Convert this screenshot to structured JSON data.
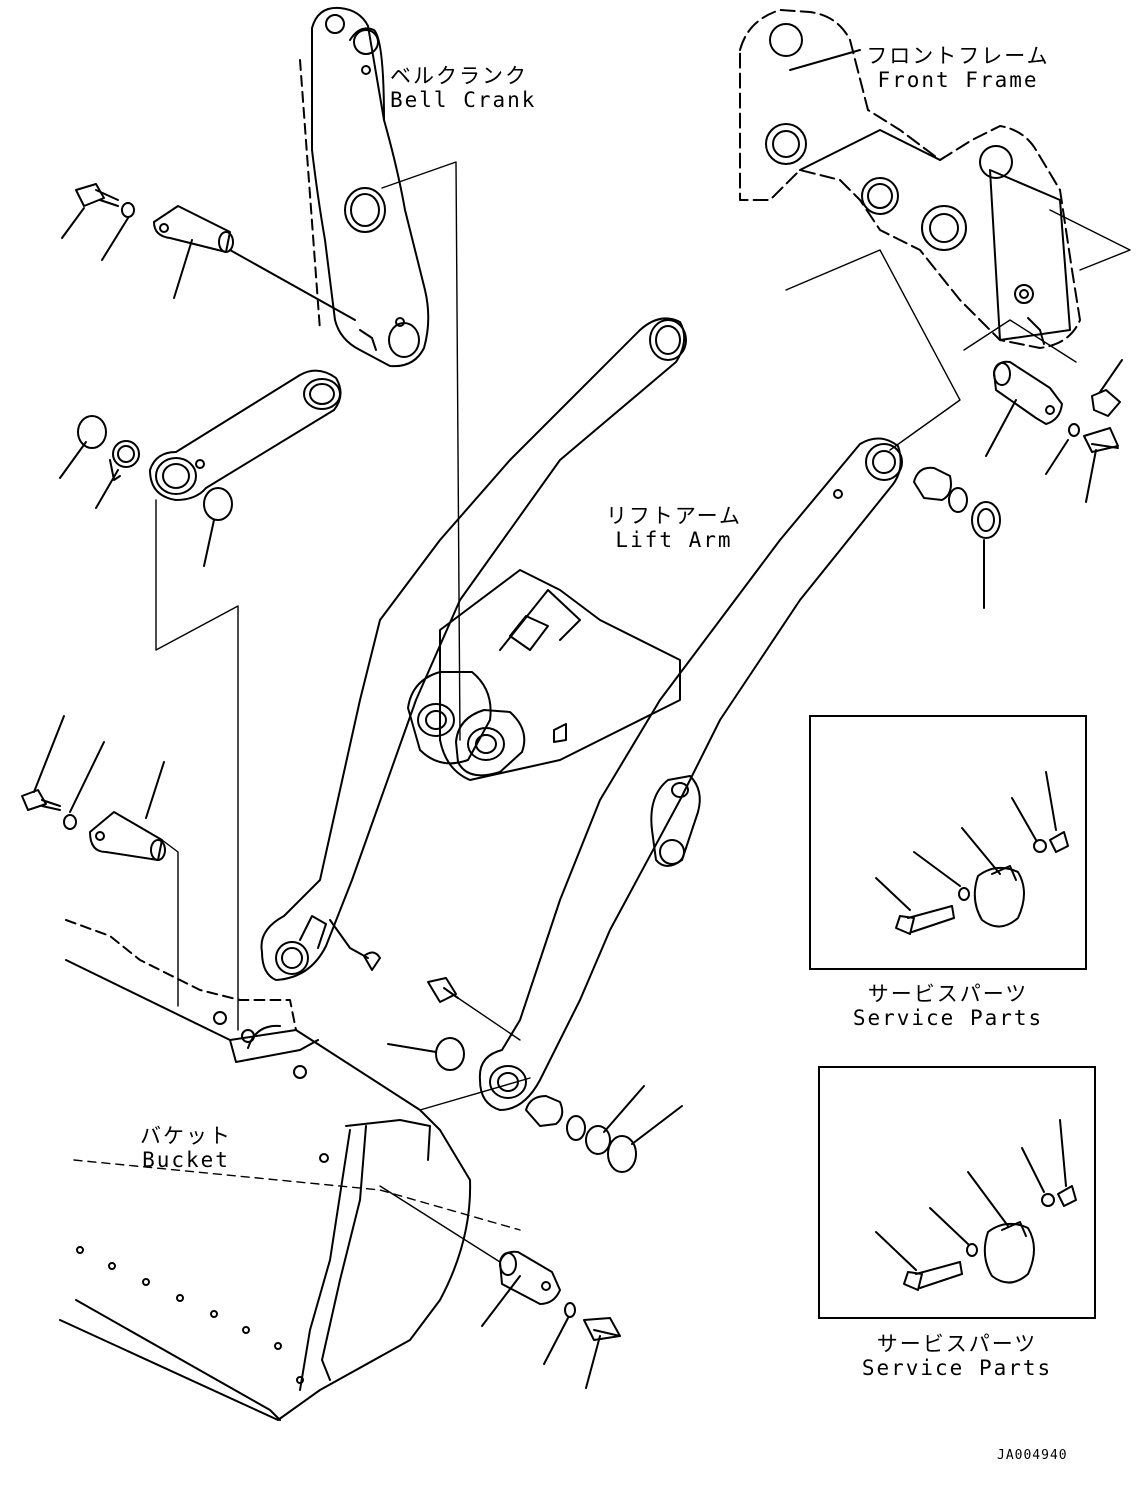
{
  "labels": {
    "bell_crank": {
      "jp": "ベルクランク",
      "en": "Bell Crank"
    },
    "front_frame": {
      "jp": "フロントフレーム",
      "en": "Front Frame"
    },
    "lift_arm": {
      "jp": "リフトアーム",
      "en": "Lift Arm"
    },
    "bucket": {
      "jp": "バケット",
      "en": "Bucket"
    },
    "service_parts_1": {
      "jp": "サービスパーツ",
      "en": "Service Parts"
    },
    "service_parts_2": {
      "jp": "サービスパーツ",
      "en": "Service Parts"
    }
  },
  "drawing_code": "JA004940"
}
